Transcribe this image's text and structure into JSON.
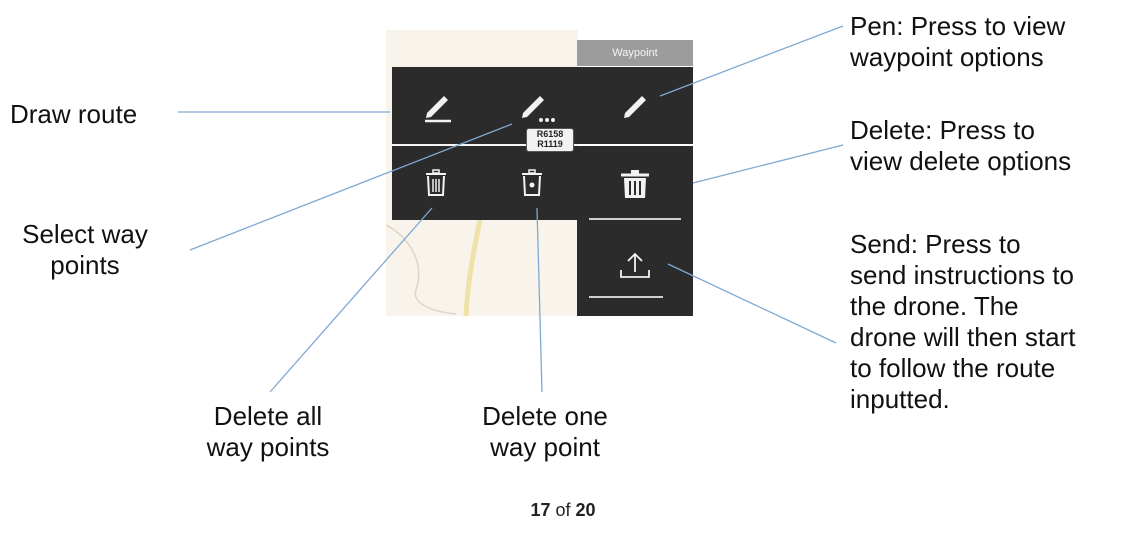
{
  "map": {
    "tab_label": "Waypoint",
    "road_tag_text": "R6158\nR1119"
  },
  "callouts": {
    "draw_route": [
      "Draw route"
    ],
    "select_waypoints": [
      "Select way",
      "points"
    ],
    "delete_all": [
      "Delete all",
      "way points"
    ],
    "delete_one": [
      "Delete one",
      "way point"
    ],
    "pen": [
      "Pen: Press to view",
      "waypoint options"
    ],
    "delete": [
      "Delete: Press to",
      "view delete options"
    ],
    "send": [
      "Send: Press to",
      "send instructions to",
      "the drone.  The",
      "drone will then start",
      "to follow the route",
      "inputted."
    ]
  },
  "icons": {
    "draw_route": "pencil-underline-icon",
    "select_waypoints": "pencil-dots-icon",
    "pen": "pencil-icon",
    "delete_all": "trash-icon",
    "delete_one": "trash-dot-icon",
    "delete": "trash-icon",
    "send": "upload-icon"
  },
  "footer": {
    "current_page": "17",
    "of_word": "of",
    "total_pages": "20"
  },
  "colors": {
    "toolbar": "#2b2b2b",
    "tab": "#9c9c9c",
    "leader_line": "#7fa9d3",
    "map": "#f8f4ec"
  }
}
